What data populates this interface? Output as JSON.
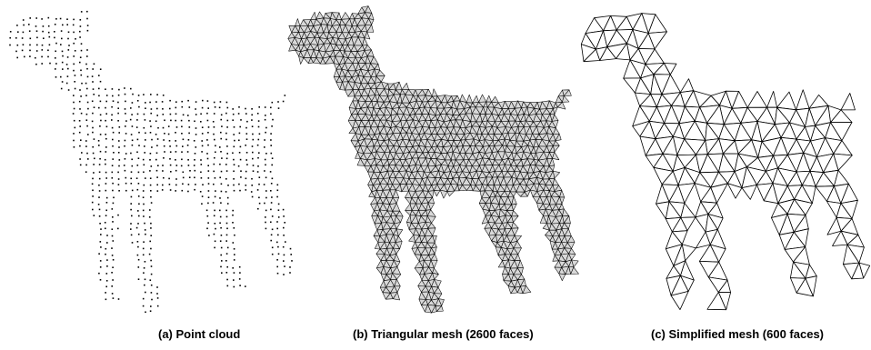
{
  "figure": {
    "panels": [
      {
        "caption": "(a) Point cloud",
        "style": "points"
      },
      {
        "caption": "(b) Triangular mesh (2600 faces)",
        "style": "dense-mesh"
      },
      {
        "caption": "(c) Simplified mesh (600 faces)",
        "style": "sparse-mesh"
      }
    ],
    "colors": {
      "ink": "#000000",
      "dense_fill": "#d8d8d8",
      "background": "#ffffff"
    }
  }
}
